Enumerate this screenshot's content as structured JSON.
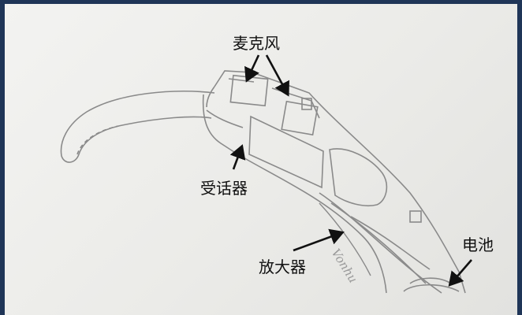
{
  "labels": {
    "microphone": "麦克风",
    "receiver": "受话器",
    "amplifier": "放大器",
    "battery": "电池"
  },
  "signature": "Vonhu",
  "colors": {
    "frame": "#1f3557",
    "pencil": "#8a8a8a",
    "arrow": "#111111"
  }
}
